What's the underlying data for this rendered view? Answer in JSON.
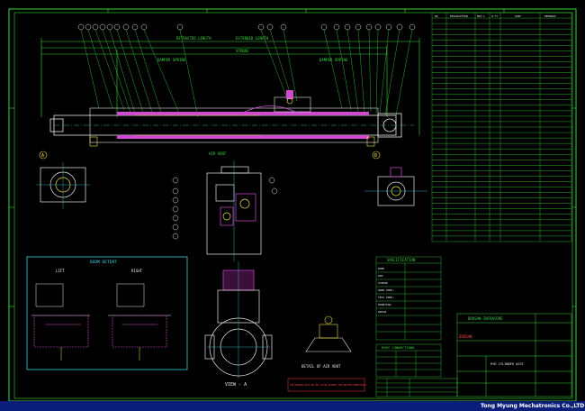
{
  "colors": {
    "background": "#000000",
    "frame": "#39d83a",
    "outline_white": "#e8e8e8",
    "dimension_green": "#39d83a",
    "part_magenta": "#d04ad0",
    "hidden_yellow": "#f0e040",
    "note_red": "#ff4040",
    "box_cyan": "#3ad0e0",
    "footer_band": "#0b1f7a"
  },
  "main_view": {
    "lbl_retracted": "RETRACTED LENGTH",
    "lbl_extended": "EXTENDED LENGTH",
    "lbl_damper_l": "DAMPER SPRING",
    "lbl_damper_r": "DAMPER SPRING",
    "lbl_stroke": "STROKE",
    "lbl_air_vent": "AIR VENT"
  },
  "views": {
    "view_a": "VIEW - A",
    "air_vent_detail": "DETAIL OF AIR VENT",
    "sect_a": "A",
    "sect_b": "B"
  },
  "boom_detent": {
    "title": "BOOM DETENT",
    "lift_label": "LIFT",
    "right_label": "RIGHT"
  },
  "parts_list": {
    "headers": [
      "NO",
      "DESCRIPTION",
      "MAT'L",
      "Q'TY",
      "SPEC",
      "REMARKS"
    ]
  },
  "spec": {
    "title": "SPECIFICATION",
    "rows": [
      "BORE",
      "ROD",
      "STROKE",
      "WORK PRES.",
      "TEST PRES.",
      "MOUNTING",
      "DRAIN"
    ]
  },
  "port": {
    "title": "PORT CONNECTIONS"
  },
  "title_block": {
    "company": "DOOSAN INFRACORE",
    "logo_text": "DOOSAN",
    "drawing_title": "HYD CYLINDER ASSY"
  },
  "notes": {
    "caution": "THE DRAWING MUST NOT BE COPIED WITHOUT THE WRITTEN PERMISSION"
  },
  "footer": {
    "company": "Tong Myung Mechatronics Co.,LTD"
  }
}
